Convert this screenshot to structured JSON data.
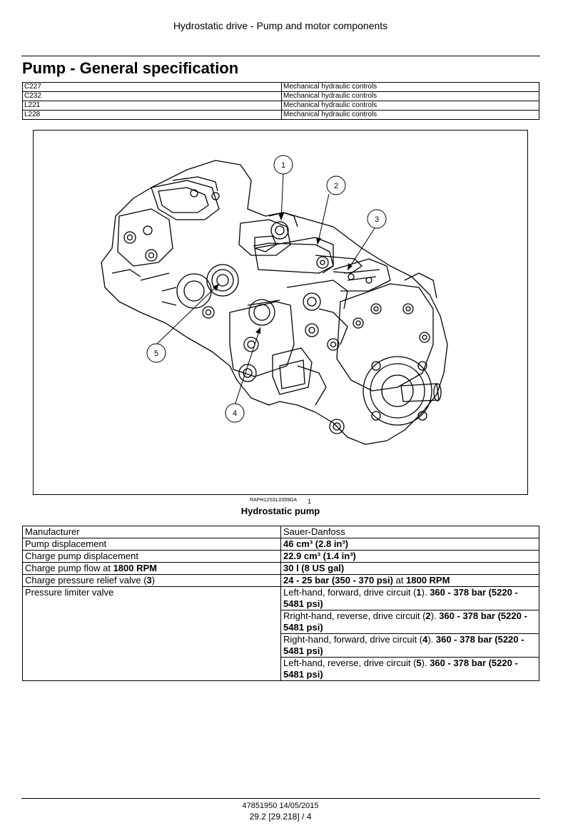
{
  "header": {
    "title": "Hydrostatic drive - Pump and motor components"
  },
  "section": {
    "title": "Pump - General specification"
  },
  "models": [
    {
      "model": "C227",
      "control": "Mechanical hydraulic controls"
    },
    {
      "model": "C232",
      "control": "Mechanical hydraulic controls"
    },
    {
      "model": "L221",
      "control": "Mechanical hydraulic controls"
    },
    {
      "model": "L228",
      "control": "Mechanical hydraulic controls"
    }
  ],
  "figure": {
    "code": "RAPH12SSL0359GA",
    "number": "1",
    "caption": "Hydrostatic pump",
    "callouts": [
      "1",
      "2",
      "3",
      "4",
      "5"
    ]
  },
  "spec": {
    "manufacturer_label": "Manufacturer",
    "manufacturer_value": "Sauer-Danfoss",
    "pump_disp_label": "Pump displacement",
    "pump_disp_value": "46 cm³ (2.8 in³)",
    "charge_disp_label": "Charge pump displacement",
    "charge_disp_value": "22.9 cm³ (1.4 in³)",
    "charge_flow_label_a": "Charge pump flow at ",
    "charge_flow_label_b": "1800 RPM",
    "charge_flow_value": "30 l (8 US gal)",
    "relief_label_a": "Charge pressure relief valve (",
    "relief_label_b": "3",
    "relief_label_c": ")",
    "relief_value_a": "24 - 25 bar (350 - 370 psi)",
    "relief_value_b": " at ",
    "relief_value_c": "1800 RPM",
    "limiter_label": "Pressure limiter valve",
    "limiter_rows": [
      {
        "a": "Left-hand, forward, drive circuit (",
        "n": "1",
        "b": "). ",
        "v": "360 - 378 bar (5220 - 5481 psi)"
      },
      {
        "a": "Rright-hand, reverse, drive circuit (",
        "n": "2",
        "b": ").  ",
        "v": "360 - 378 bar (5220 - 5481 psi)"
      },
      {
        "a": "Right-hand, forward, drive circuit (",
        "n": "4",
        "b": ").  ",
        "v": "360 - 378 bar (5220 - 5481 psi)"
      },
      {
        "a": "Left-hand, reverse, drive circuit (",
        "n": "5",
        "b": "). ",
        "v": "360 - 378 bar (5220 - 5481 psi)"
      }
    ]
  },
  "footer": {
    "doc": "47851950 14/05/2015",
    "page": "29.2 [29.218] / 4"
  }
}
